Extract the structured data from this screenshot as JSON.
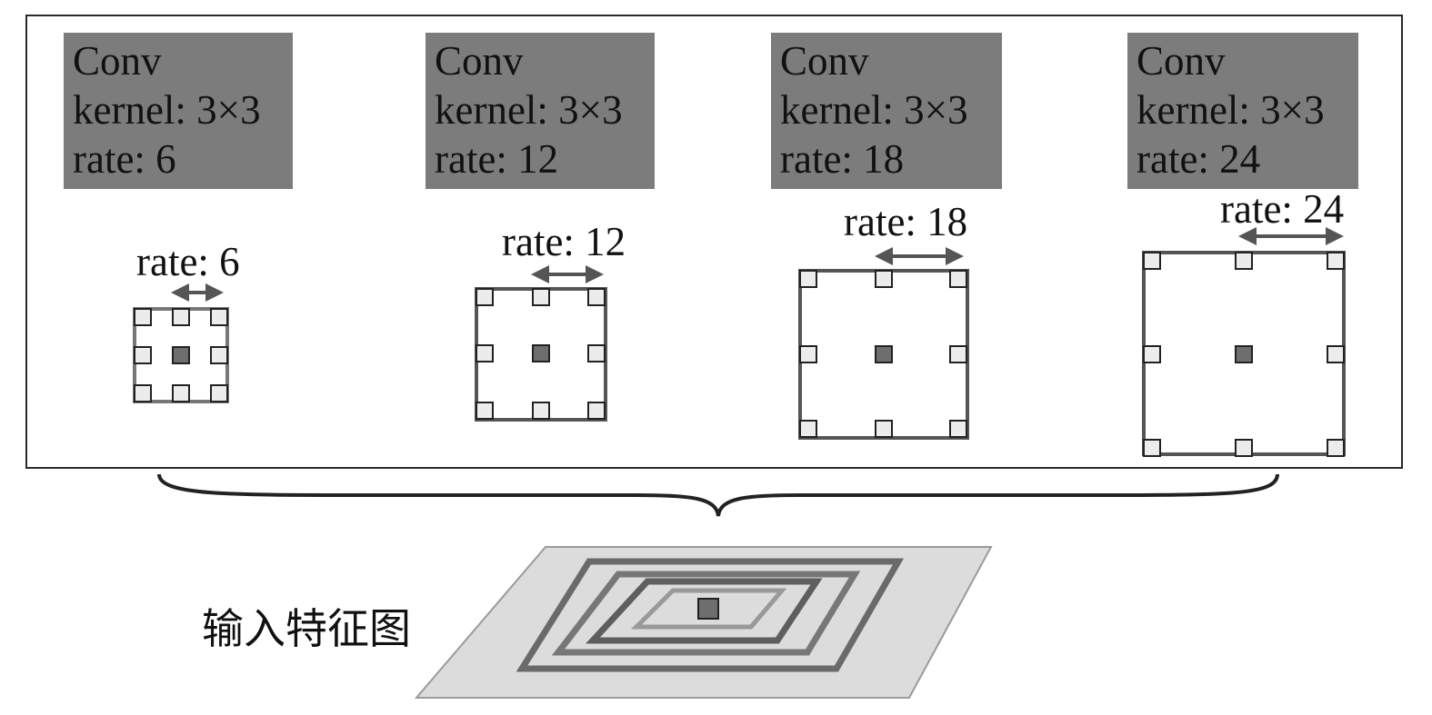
{
  "conv_blocks": [
    {
      "title": "Conv",
      "kernel": "kernel: 3×3",
      "rate": "rate: 6"
    },
    {
      "title": "Conv",
      "kernel": "kernel: 3×3",
      "rate": "rate: 12"
    },
    {
      "title": "Conv",
      "kernel": "kernel: 3×3",
      "rate": "rate: 18"
    },
    {
      "title": "Conv",
      "kernel": "kernel: 3×3",
      "rate": "rate: 24"
    }
  ],
  "dilation_labels": [
    "rate: 6",
    "rate: 12",
    "rate: 18",
    "rate: 24"
  ],
  "input_feature_map_label": "输入特征图",
  "colors": {
    "conv_box_fill": "#7c7c7c",
    "kernel_frame": "#555555",
    "center_cell": "#6e6e6e",
    "outer_cell": "#e8e8e8",
    "feature_plane": "#dcdcdc"
  }
}
